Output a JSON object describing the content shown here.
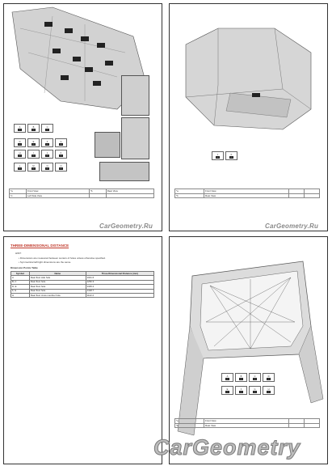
{
  "pages": {
    "p1": {
      "codes_row1": [
        "A",
        "B",
        "C"
      ],
      "codes_row2": [
        "D",
        "E",
        "F",
        "G"
      ],
      "codes_row3": [
        "H",
        "I",
        "J",
        "K"
      ],
      "codes_row4": [
        "L",
        "M",
        "N",
        "O"
      ],
      "legend": [
        {
          "sym": "*a",
          "text": "Front View"
        },
        {
          "sym": "*b",
          "text": "Rear View"
        },
        {
          "sym": "*c",
          "text": "Left Side View"
        }
      ]
    },
    "p2": {
      "codes": [
        "J",
        "K"
      ],
      "legend": [
        {
          "sym": "*a",
          "text": "Front View"
        },
        {
          "sym": "*b",
          "text": "Rear View"
        }
      ]
    },
    "p3": {
      "section_title": "THREE-DIMENSIONAL DISTANCE",
      "hint": "HINT:",
      "notes": [
        "• Dimensions are measured between centers of holes unless otherwise specified.",
        "• Symmetrical left/right dimensions are the same."
      ],
      "table_caption": "Dimension Points Table",
      "table_header": [
        "Symbol",
        "Name",
        "Three-Dimensional Distance (mm)"
      ],
      "rows": [
        [
          "A",
          "Rear floor side hole",
          "1041.6"
        ],
        [
          "B, C",
          "Rear floor hole",
          "1252.3"
        ],
        [
          "D, E",
          "Rear floor hole",
          "1345.2"
        ],
        [
          "F, G",
          "Rear floor hole",
          "1418.7"
        ],
        [
          "H",
          "Rear floor cross member hole",
          "1122.4"
        ]
      ]
    },
    "p4": {
      "codes": [
        "A",
        "B",
        "C",
        "D"
      ],
      "codes2": [
        "E",
        "F",
        "G",
        "H"
      ],
      "legend": [
        {
          "sym": "*a",
          "text": "Front View"
        },
        {
          "sym": "*b",
          "text": "Rear View"
        }
      ]
    }
  },
  "watermarks": {
    "small": "CarGeometry.Ru",
    "large": "CarGeometry"
  }
}
